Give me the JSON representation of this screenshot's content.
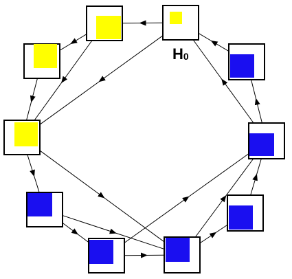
{
  "diagram": {
    "colors": {
      "yellow": "#ffff00",
      "blue": "#1a0ff0",
      "outline": "#000000",
      "background": "#ffffff"
    },
    "nodes": [
      {
        "id": "h0",
        "label": "H0",
        "fill": "yellow"
      },
      {
        "id": "top-left-yellow",
        "label": "",
        "fill": "yellow"
      },
      {
        "id": "upper-left-yellow",
        "label": "",
        "fill": "yellow"
      },
      {
        "id": "left-yellow",
        "label": "",
        "fill": "yellow"
      },
      {
        "id": "lower-left-blue",
        "label": "",
        "fill": "blue"
      },
      {
        "id": "bottom-left-blue",
        "label": "",
        "fill": "blue"
      },
      {
        "id": "bottom-center-blue",
        "label": "",
        "fill": "blue"
      },
      {
        "id": "lower-right-blue",
        "label": "",
        "fill": "blue"
      },
      {
        "id": "right-blue",
        "label": "",
        "fill": "blue"
      },
      {
        "id": "upper-right-blue",
        "label": "",
        "fill": "blue"
      }
    ],
    "edges": [
      {
        "from": "h0",
        "to": "top-left-yellow"
      },
      {
        "from": "top-left-yellow",
        "to": "upper-left-yellow"
      },
      {
        "from": "top-left-yellow",
        "to": "left-yellow"
      },
      {
        "from": "upper-left-yellow",
        "to": "left-yellow"
      },
      {
        "from": "h0",
        "to": "left-yellow"
      },
      {
        "from": "left-yellow",
        "to": "lower-left-blue"
      },
      {
        "from": "left-yellow",
        "to": "bottom-center-blue"
      },
      {
        "from": "lower-left-blue",
        "to": "bottom-left-blue"
      },
      {
        "from": "lower-left-blue",
        "to": "bottom-center-blue"
      },
      {
        "from": "bottom-left-blue",
        "to": "bottom-center-blue"
      },
      {
        "from": "bottom-left-blue",
        "to": "right-blue"
      },
      {
        "from": "bottom-center-blue",
        "to": "right-blue"
      },
      {
        "from": "bottom-center-blue",
        "to": "lower-right-blue"
      },
      {
        "from": "lower-right-blue",
        "to": "right-blue"
      },
      {
        "from": "right-blue",
        "to": "upper-right-blue"
      },
      {
        "from": "right-blue",
        "to": "h0"
      },
      {
        "from": "upper-right-blue",
        "to": "h0"
      }
    ]
  }
}
